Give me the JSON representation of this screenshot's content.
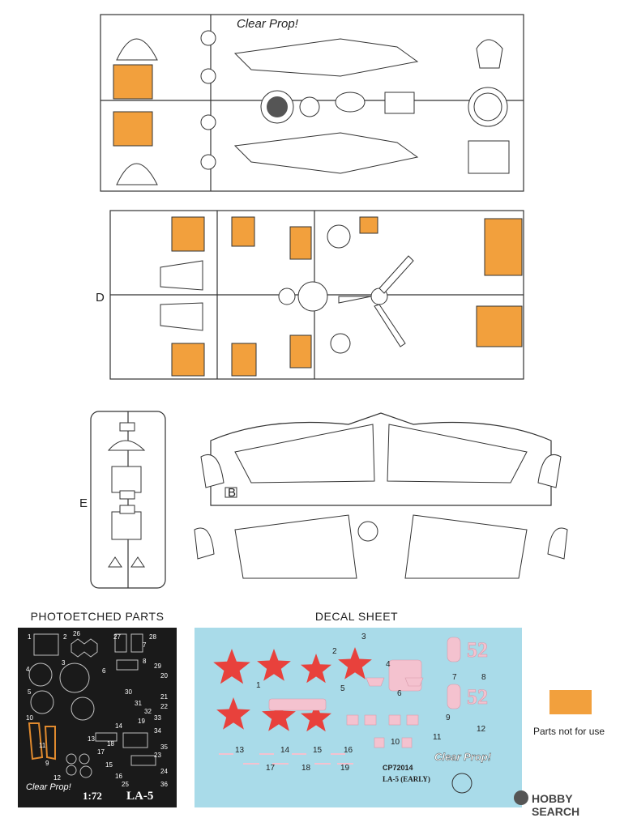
{
  "sprue_labels": {
    "d": "D",
    "e": "E",
    "b": "B"
  },
  "photoetch": {
    "title": "PHOTOETCHED PARTS",
    "scale": "1:72",
    "model": "LA-5",
    "brand": "Clear Prop!",
    "numbers": [
      "1",
      "2",
      "3",
      "4",
      "5",
      "6",
      "7",
      "8",
      "9",
      "10",
      "11",
      "12",
      "13",
      "14",
      "15",
      "16",
      "17",
      "18",
      "19",
      "20",
      "21",
      "22",
      "23",
      "24",
      "25",
      "26",
      "27",
      "28",
      "29",
      "30",
      "31",
      "32",
      "33",
      "34",
      "35",
      "36"
    ]
  },
  "decal": {
    "title": "DECAL SHEET",
    "code": "CP72014",
    "name": "LA-5 (EARLY)",
    "brand": "Clear Prop!",
    "numbers": [
      "1",
      "2",
      "3",
      "4",
      "5",
      "6",
      "7",
      "8",
      "9",
      "10",
      "11",
      "12",
      "13",
      "14",
      "15",
      "16",
      "17",
      "18",
      "19"
    ],
    "tail_number": "52",
    "colors": {
      "sheet": "#a9dbe9",
      "star": "#e8413c",
      "pink": "#f4c2cf"
    }
  },
  "legend": {
    "label": "Parts not for use",
    "color": "#f2a03d"
  },
  "watermark": "HOBBY SEARCH"
}
